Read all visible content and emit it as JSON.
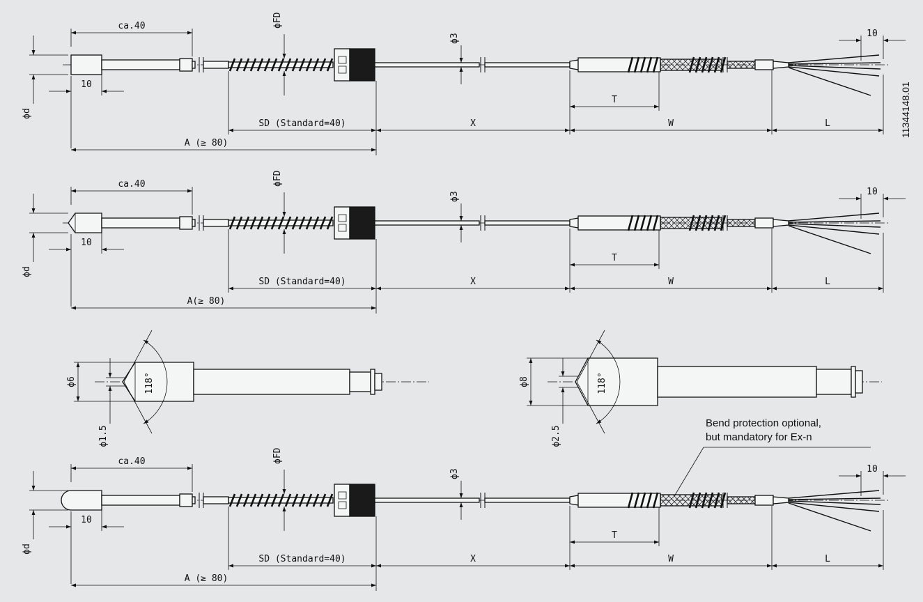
{
  "drawing_id": "11344148.01",
  "note": {
    "line1": "Bend protection optional,",
    "line2": "but mandatory for Ex-n"
  },
  "labels": {
    "ca40": "ca.40",
    "ten": "10",
    "phiD": "ϕd",
    "phiFD": "ϕFD",
    "phi3": "ϕ3",
    "SD": "SD (Standard=40)",
    "X": "X",
    "T": "T",
    "W": "W",
    "L": "L",
    "A": "A (≥ 80)",
    "A_alt": "A(≥ 80)",
    "phi6": "ϕ6",
    "phi15": "ϕ1.5",
    "phi8": "ϕ8",
    "phi25": "ϕ2.5",
    "angle": "118°"
  }
}
